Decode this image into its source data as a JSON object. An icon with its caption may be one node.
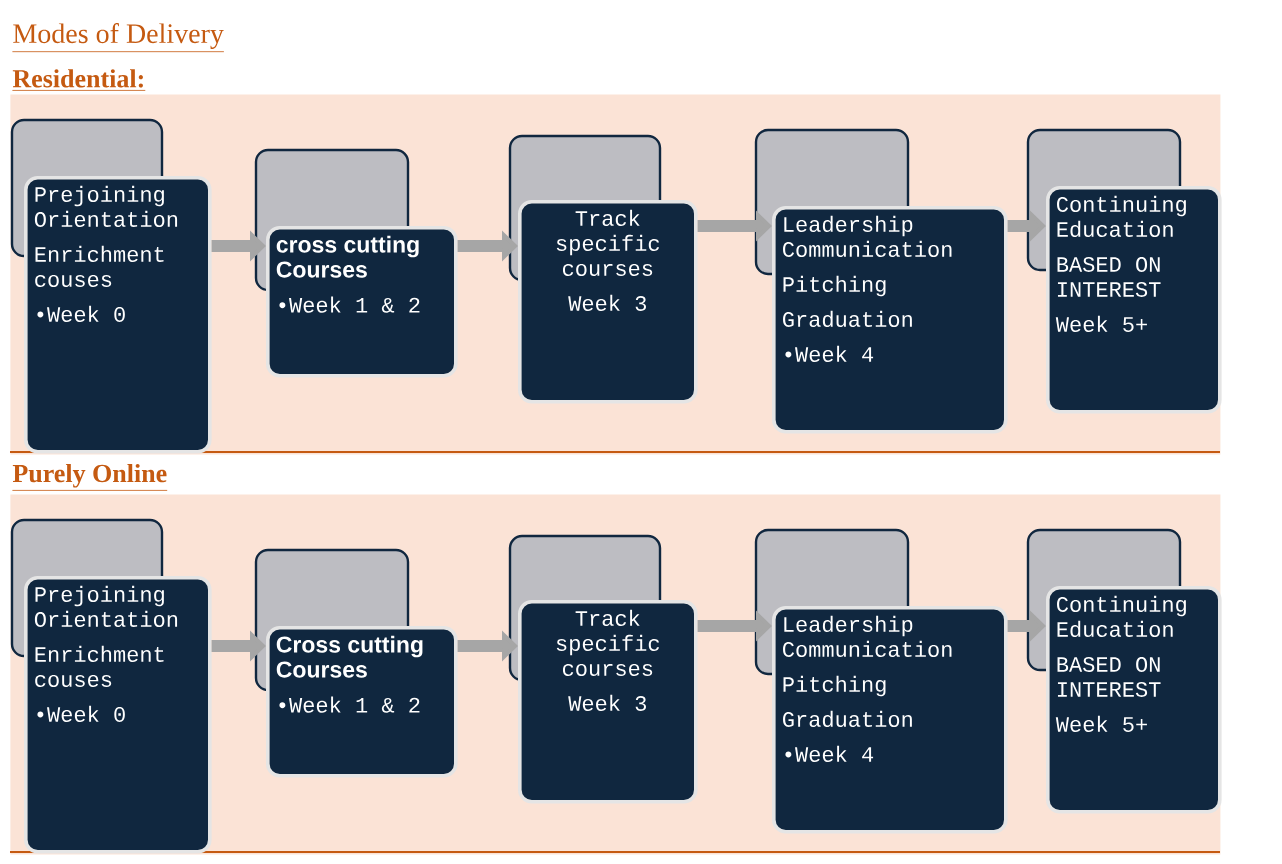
{
  "diagram": {
    "title": "Modes of Delivery",
    "nodes": [
      {
        "text": [
          "Residential:"
        ]
      },
      {
        "text": [
          "Prejoining Orientation",
          "Enrichment couses",
          "•Week 0"
        ],
        "in": 0
      },
      {
        "text": [
          "cross cutting Courses",
          "•Week 1 & 2"
        ],
        "in": 0
      },
      {
        "text": [
          "Track specific courses",
          "Week 3"
        ],
        "in": 0
      },
      {
        "text": [
          "Leadership Communication",
          "Pitching",
          "Graduation",
          "•Week 4"
        ],
        "in": 0
      },
      {
        "text": [
          "Continuing Education",
          "BASED ON INTEREST",
          "Week 5+"
        ],
        "in": 0
      },
      {
        "text": [
          "Purely Online"
        ]
      },
      {
        "text": [
          "Prejoining Orientation",
          "Enrichment couses",
          "•Week 0"
        ],
        "in": 6
      },
      {
        "text": [
          "Cross cutting Courses",
          "•Week 1 & 2"
        ],
        "in": 6
      },
      {
        "text": [
          "Track specific courses",
          "Week 3"
        ],
        "in": 6
      },
      {
        "text": [
          "Leadership Communication",
          "Pitching",
          "Graduation",
          "•Week 4"
        ],
        "in": 6
      },
      {
        "text": [
          "Continuing Education",
          "BASED ON INTEREST",
          "Week 5+"
        ],
        "in": 6
      }
    ],
    "edges": [
      {
        "from": 1,
        "to": 2,
        "arrow": "to"
      },
      {
        "from": 2,
        "to": 3,
        "arrow": "to"
      },
      {
        "from": 3,
        "to": 4,
        "arrow": "to"
      },
      {
        "from": 4,
        "to": 5,
        "arrow": "to"
      },
      {
        "from": 7,
        "to": 8,
        "arrow": "to"
      },
      {
        "from": 8,
        "to": 9,
        "arrow": "to"
      },
      {
        "from": 9,
        "to": 10,
        "arrow": "to"
      },
      {
        "from": 10,
        "to": 11,
        "arrow": "to"
      }
    ]
  }
}
